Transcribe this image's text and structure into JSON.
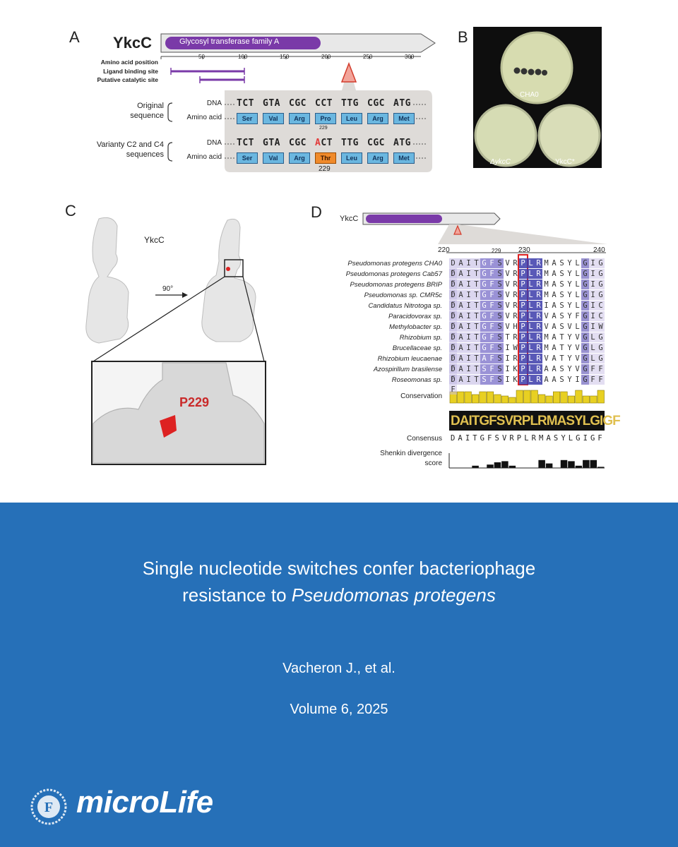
{
  "figure": {
    "panelA": {
      "letter": "A",
      "gene": "YkcC",
      "domain": "Glycosyl transferase family A",
      "axis_label": "Amino acid position",
      "ticks": [
        "50",
        "100",
        "150",
        "200",
        "250",
        "300"
      ],
      "ligand_label": "Ligand binding site",
      "catalytic_label": "Putative catalytic site",
      "original_label_1": "Original",
      "original_label_2": "sequence",
      "variant_label_1": "Varianty C2 and C4",
      "variant_label_2": "sequences",
      "dna_label": "DNA",
      "aa_label": "Amino acid",
      "original_codons": [
        "TCT",
        "GTA",
        "CGC",
        "CCT",
        "TTG",
        "CGC",
        "ATG"
      ],
      "variant_codons": [
        "TCT",
        "GTA",
        "CGC",
        "ACT",
        "TTG",
        "CGC",
        "ATG"
      ],
      "original_aa": [
        "Ser",
        "Val",
        "Arg",
        "Pro",
        "Leu",
        "Arg",
        "Met"
      ],
      "variant_aa": [
        "Ser",
        "Val",
        "Arg",
        "Thr",
        "Leu",
        "Arg",
        "Met"
      ],
      "position": "229"
    },
    "panelB": {
      "letter": "B",
      "plates": [
        "CHA0",
        "ΔykcC",
        "YkcC*"
      ]
    },
    "panelC": {
      "letter": "C",
      "gene": "YkcC",
      "rotation": "90°",
      "residue": "P229"
    },
    "panelD": {
      "letter": "D",
      "gene": "YkcC",
      "positions": [
        "220",
        "229",
        "230",
        "240"
      ],
      "species": [
        "Pseudomonas protegens CHA0",
        "Pseudomonas protegens Cab57",
        "Pseudomonas protegens BRIP",
        "Pseudomonas sp. CMR5c",
        "Candidatus Nitrotoga sp.",
        "Paracidovorax sp.",
        "Methylobacter sp.",
        "Rhizobium sp.",
        "Brucellaceae sp.",
        "Rhizobium leucaenae",
        "Azospirillum brasilense",
        "Roseomonas sp."
      ],
      "alignment": [
        "DAITGFSVRPLRMASYLGIGF",
        "DAITGFSVRPLRMASYLGIGF",
        "DAITGFSVRPLRMASYLGIGF",
        "DAITGFSVRPLRMASYLGIGF",
        "DAITGFSVRPLRIASYLGICF",
        "DAITGFSVRPLRVASYFGICF",
        "DAITGFSVHPLRVASVLGIWF",
        "DAITGFSTRPLRMATYVGLGF",
        "DAITGFSIWPLRMATYVGLGF",
        "DAITAFSIRPLRVATYVGLGF",
        "DAITSFSIKPLRAASYVGFFF",
        "DAITSFSIKPLRAASYIGFFF"
      ],
      "conservation_label": "Conservation",
      "conservation": [
        0.8,
        0.8,
        0.8,
        0.6,
        0.8,
        0.8,
        0.6,
        0.5,
        0.4,
        0.9,
        0.9,
        0.9,
        0.6,
        0.5,
        0.8,
        0.8,
        0.5,
        0.9,
        0.5,
        0.5,
        0.9
      ],
      "consensus_label": "Consensus",
      "consensus": "DAITGFSVRPLRMASYLGIGF",
      "shenkin_label_1": "Shenkin divergence",
      "shenkin_label_2": "score",
      "shenkin": [
        0,
        0,
        0,
        0.2,
        0,
        0.3,
        0.5,
        0.6,
        0.2,
        0,
        0,
        0,
        0.7,
        0.4,
        0,
        0.7,
        0.6,
        0.2,
        0.7,
        0.7,
        0.1
      ]
    }
  },
  "banner": {
    "title_line1": "Single nucleotide switches confer bacteriophage",
    "title_line2_plain": "resistance to ",
    "title_line2_italic": "Pseudomonas protegens",
    "authors": "Vacheron J., et al.",
    "volume": "Volume 6, 2025",
    "brand": "microLife",
    "colors": {
      "banner": "#2670b8",
      "domain": "#7a3aa8",
      "mutation": "#e23a3a"
    }
  }
}
